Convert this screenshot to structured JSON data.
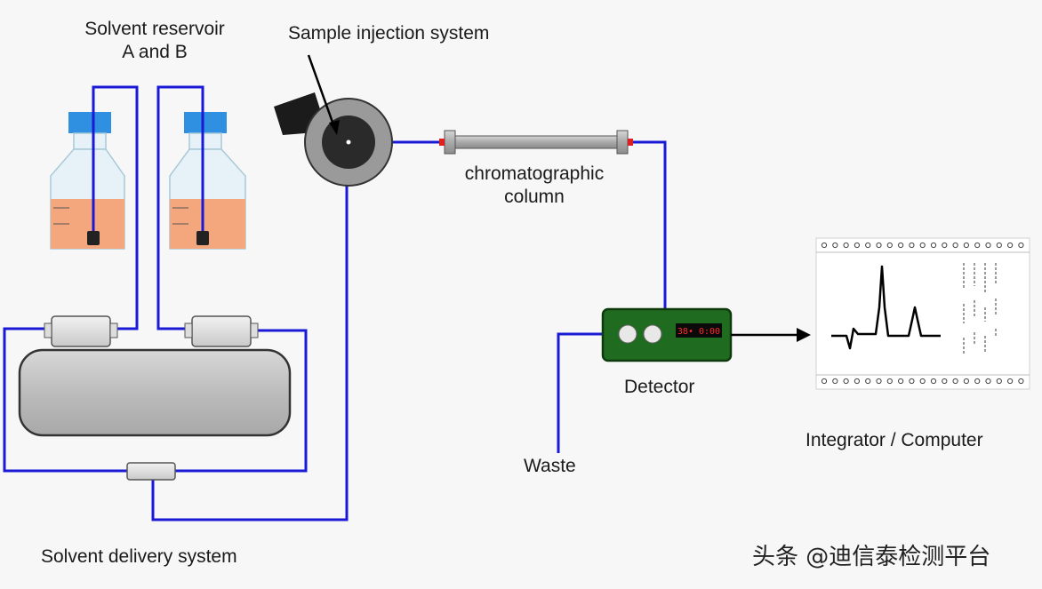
{
  "labels": {
    "solvent_reservoir_line1": "Solvent reservoir",
    "solvent_reservoir_line2": "A and B",
    "sample_injection": "Sample injection system",
    "column_line1": "chromatographic",
    "column_line2": "column",
    "detector": "Detector",
    "waste": "Waste",
    "integrator": "Integrator / Computer",
    "solvent_delivery": "Solvent delivery system"
  },
  "detector_display": "38• 0:00",
  "watermark": "头条 @迪信泰检测平台",
  "colors": {
    "tubing": "#1a1ad6",
    "liquid": "#f4a77c",
    "bottle_cap": "#2f8fe0",
    "bottle_glass": "#e6f2f8",
    "pump_body": "#bdbdbd",
    "detector_body": "#1f6b1f",
    "detector_display": "#ff2a2a",
    "injector_dark": "#1b1b1b"
  }
}
